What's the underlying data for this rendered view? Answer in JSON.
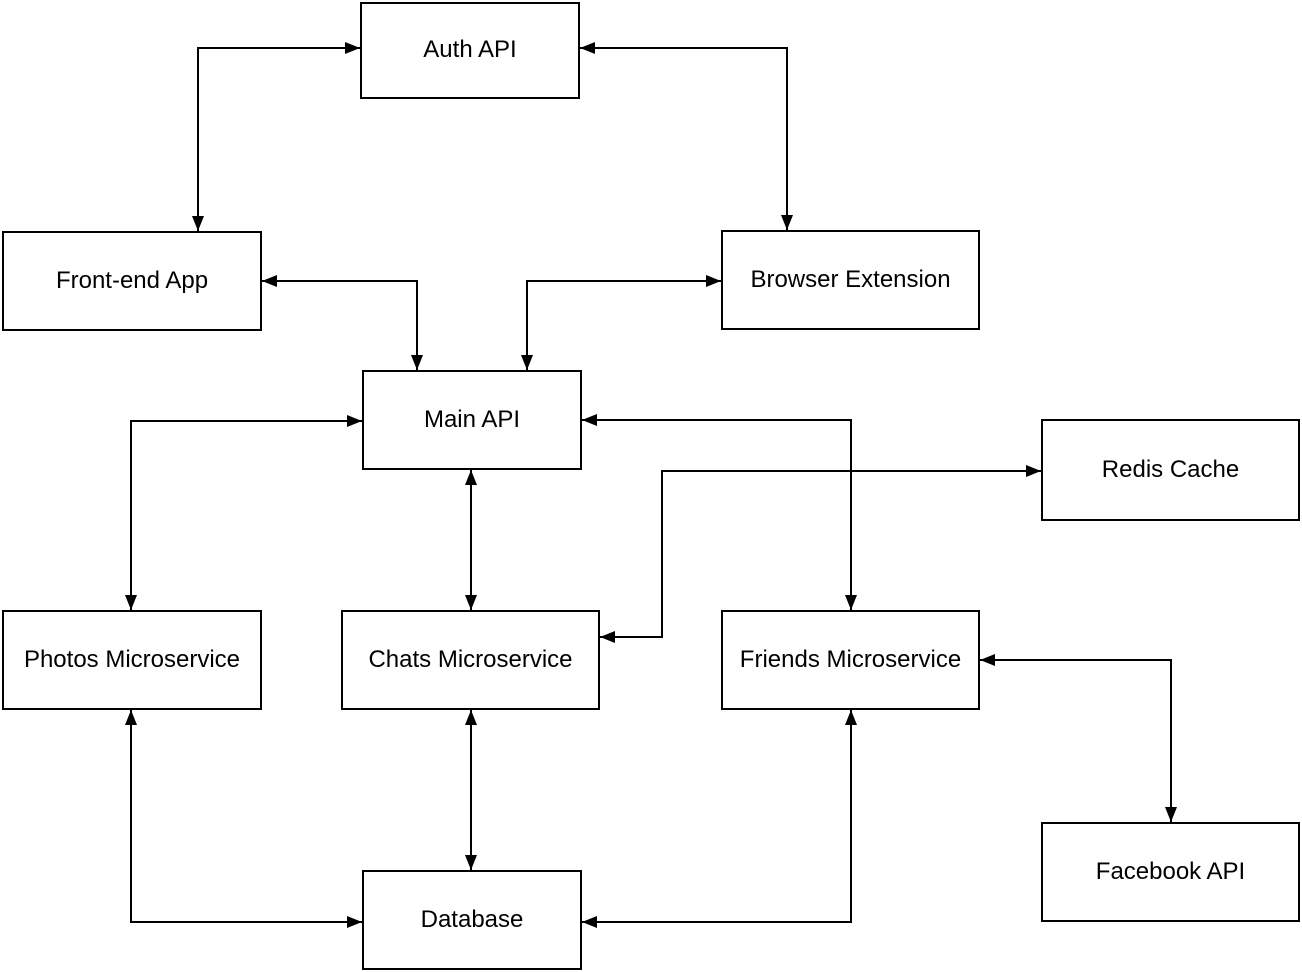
{
  "diagram": {
    "type": "flowchart",
    "background_color": "#ffffff",
    "stroke_color": "#000000",
    "text_color": "#000000",
    "node_fill_color": "#ffffff",
    "nodes": {
      "auth_api": {
        "label": "Auth API"
      },
      "frontend_app": {
        "label": "Front-end App"
      },
      "browser_extension": {
        "label": "Browser Extension"
      },
      "main_api": {
        "label": "Main API"
      },
      "redis_cache": {
        "label": "Redis Cache"
      },
      "photos_microservice": {
        "label": "Photos Microservice"
      },
      "chats_microservice": {
        "label": "Chats Microservice"
      },
      "friends_microservice": {
        "label": "Friends Microservice"
      },
      "facebook_api": {
        "label": "Facebook API"
      },
      "database": {
        "label": "Database"
      }
    },
    "edges": [
      {
        "id": "frontend_app__auth_api",
        "from": "frontend_app",
        "to": "auth_api",
        "arrows": "both"
      },
      {
        "id": "browser_extension__auth_api",
        "from": "browser_extension",
        "to": "auth_api",
        "arrows": "both"
      },
      {
        "id": "frontend_app__main_api",
        "from": "frontend_app",
        "to": "main_api",
        "arrows": "both"
      },
      {
        "id": "browser_extension__main_api",
        "from": "browser_extension",
        "to": "main_api",
        "arrows": "both"
      },
      {
        "id": "photos_microservice__main_api",
        "from": "photos_microservice",
        "to": "main_api",
        "arrows": "both"
      },
      {
        "id": "main_api__friends_microservice",
        "from": "main_api",
        "to": "friends_microservice",
        "arrows": "both"
      },
      {
        "id": "main_api__chats_microservice",
        "from": "main_api",
        "to": "chats_microservice",
        "arrows": "both"
      },
      {
        "id": "chats_microservice__redis_cache",
        "from": "chats_microservice",
        "to": "redis_cache",
        "arrows": "both"
      },
      {
        "id": "friends_microservice__facebook_api",
        "from": "friends_microservice",
        "to": "facebook_api",
        "arrows": "both"
      },
      {
        "id": "chats_microservice__database",
        "from": "chats_microservice",
        "to": "database",
        "arrows": "both"
      },
      {
        "id": "photos_microservice__database",
        "from": "photos_microservice",
        "to": "database",
        "arrows": "both"
      },
      {
        "id": "friends_microservice__database",
        "from": "friends_microservice",
        "to": "database",
        "arrows": "both"
      }
    ]
  }
}
